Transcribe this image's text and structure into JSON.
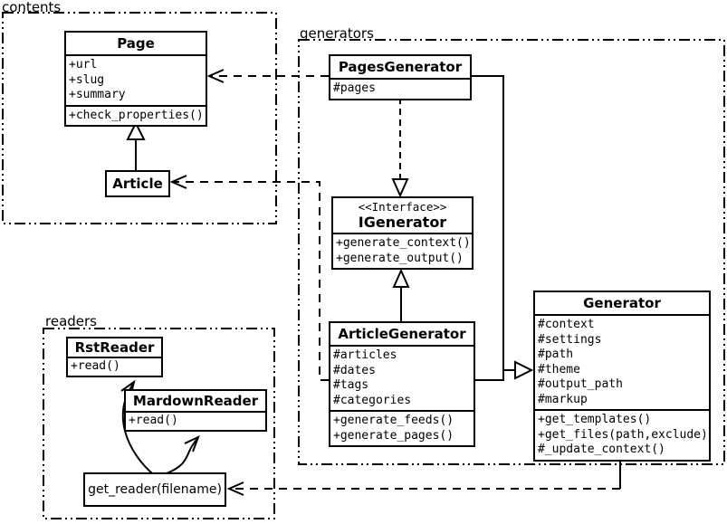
{
  "diagram": {
    "kind": "uml-class-diagram"
  },
  "colors": {
    "stroke": "#000000",
    "background": "#ffffff",
    "box_fill": "#ffffff"
  },
  "packages": {
    "contents": {
      "label": "contents"
    },
    "generators": {
      "label": "generators"
    },
    "readers": {
      "label": "readers"
    }
  },
  "classes": {
    "page": {
      "name": "Page",
      "attributes": [
        "+url",
        "+slug",
        "+summary"
      ],
      "methods": [
        "+check_properties()"
      ]
    },
    "article": {
      "name": "Article"
    },
    "pages_generator": {
      "name": "PagesGenerator",
      "attributes": [
        "#pages"
      ]
    },
    "igenerator": {
      "stereotype": "<<Interface>>",
      "name": "IGenerator",
      "methods": [
        "+generate_context()",
        "+generate_output()"
      ]
    },
    "article_generator": {
      "name": "ArticleGenerator",
      "attributes": [
        "#articles",
        "#dates",
        "#tags",
        "#categories"
      ],
      "methods": [
        "+generate_feeds()",
        "+generate_pages()"
      ]
    },
    "generator": {
      "name": "Generator",
      "attributes": [
        "#context",
        "#settings",
        "#path",
        "#theme",
        "#output_path",
        "#markup"
      ],
      "methods": [
        "+get_templates()",
        "+get_files(path,exclude)",
        "#_update_context()"
      ]
    },
    "rst_reader": {
      "name": "RstReader",
      "methods": [
        "+read()"
      ]
    },
    "mardown_reader": {
      "name": "MardownReader",
      "methods": [
        "+read()"
      ]
    },
    "get_reader": {
      "name": "get_reader(filename)"
    }
  },
  "relationships": [
    "Article --|> Page (generalization)",
    "PagesGenerator ..|> IGenerator (realization)",
    "ArticleGenerator --|> IGenerator (generalization)",
    "PagesGenerator --|> Generator (generalization)",
    "ArticleGenerator --|> Generator (generalization)",
    "PagesGenerator ..> Page (dependency)",
    "ArticleGenerator ..> Article (dependency)",
    "Generator ..> get_reader(filename) (dependency)",
    "get_reader(filename) -> RstReader",
    "get_reader(filename) -> MardownReader"
  ]
}
